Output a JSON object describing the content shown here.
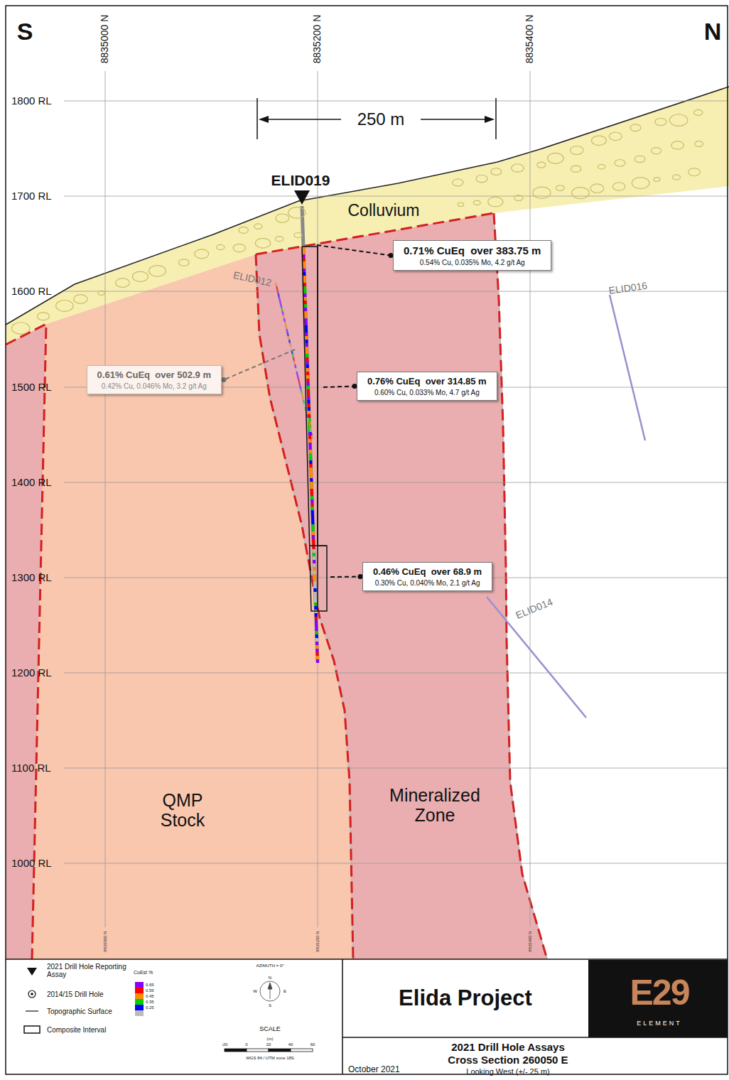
{
  "diagram": {
    "title": "Elida Project",
    "nodes": [
      {
        "text": [
          "0.71% CuEq  over 383.75 m",
          "0.54% Cu, 0.035% Mo, 4.2 g/t Ag"
        ]
      },
      {
        "text": [
          "0.61% CuEq  over 502.9 m",
          "0.42% Cu, 0.046% Mo, 3.2 g/t Ag"
        ]
      },
      {
        "text": [
          "0.76% CuEq  over 314.85 m",
          "0.60% Cu, 0.033% Mo, 4.7 g/t Ag"
        ]
      },
      {
        "text": [
          "0.46% CuEq  over 68.9 m",
          "0.30% Cu, 0.040% Mo, 2.1 g/t Ag"
        ]
      }
    ],
    "labels": [
      "S",
      "N",
      "8835000 N",
      "8835200 N",
      "8835400 N",
      "1800 RL",
      "1700 RL",
      "1600 RL",
      "1500 RL",
      "1400 RL",
      "1300 RL",
      "1200 RL",
      "1100 RL",
      "1000 RL",
      "250 m",
      "ELID019",
      "Colluvium",
      "ELID012",
      "ELID016",
      "ELID014",
      "QMP Stock",
      "Mineralized Zone",
      "8835000 N",
      "8835200 N",
      "8835400 N",
      "CuEst %",
      "AZIMUTH = 0°",
      "N",
      "W",
      "E",
      "S",
      "SCALE",
      "(m)",
      "-20",
      "0",
      "20",
      "40",
      "60",
      "WGS 84 / UTM zone 18S",
      "E29",
      "ELEMENT",
      "2021 Drill Hole Assays",
      "Cross Section 260050 E",
      "Looking West (+/- 25 m)",
      "October 2021"
    ],
    "legend": [
      {
        "text": "2021 Drill Hole Reporting Assay"
      },
      {
        "text": "2014/15 Drill Hole"
      },
      {
        "text": "Topographic Surface"
      },
      {
        "text": "Composite Interval"
      },
      {
        "text": "0.65",
        "color": "#8b00ff"
      },
      {
        "text": "0.55",
        "color": "#ff0000"
      },
      {
        "text": "0.45",
        "color": "#ff8c00"
      },
      {
        "text": "0.35",
        "color": "#00d000"
      },
      {
        "text": "0.25",
        "color": "#0000ff"
      }
    ]
  }
}
